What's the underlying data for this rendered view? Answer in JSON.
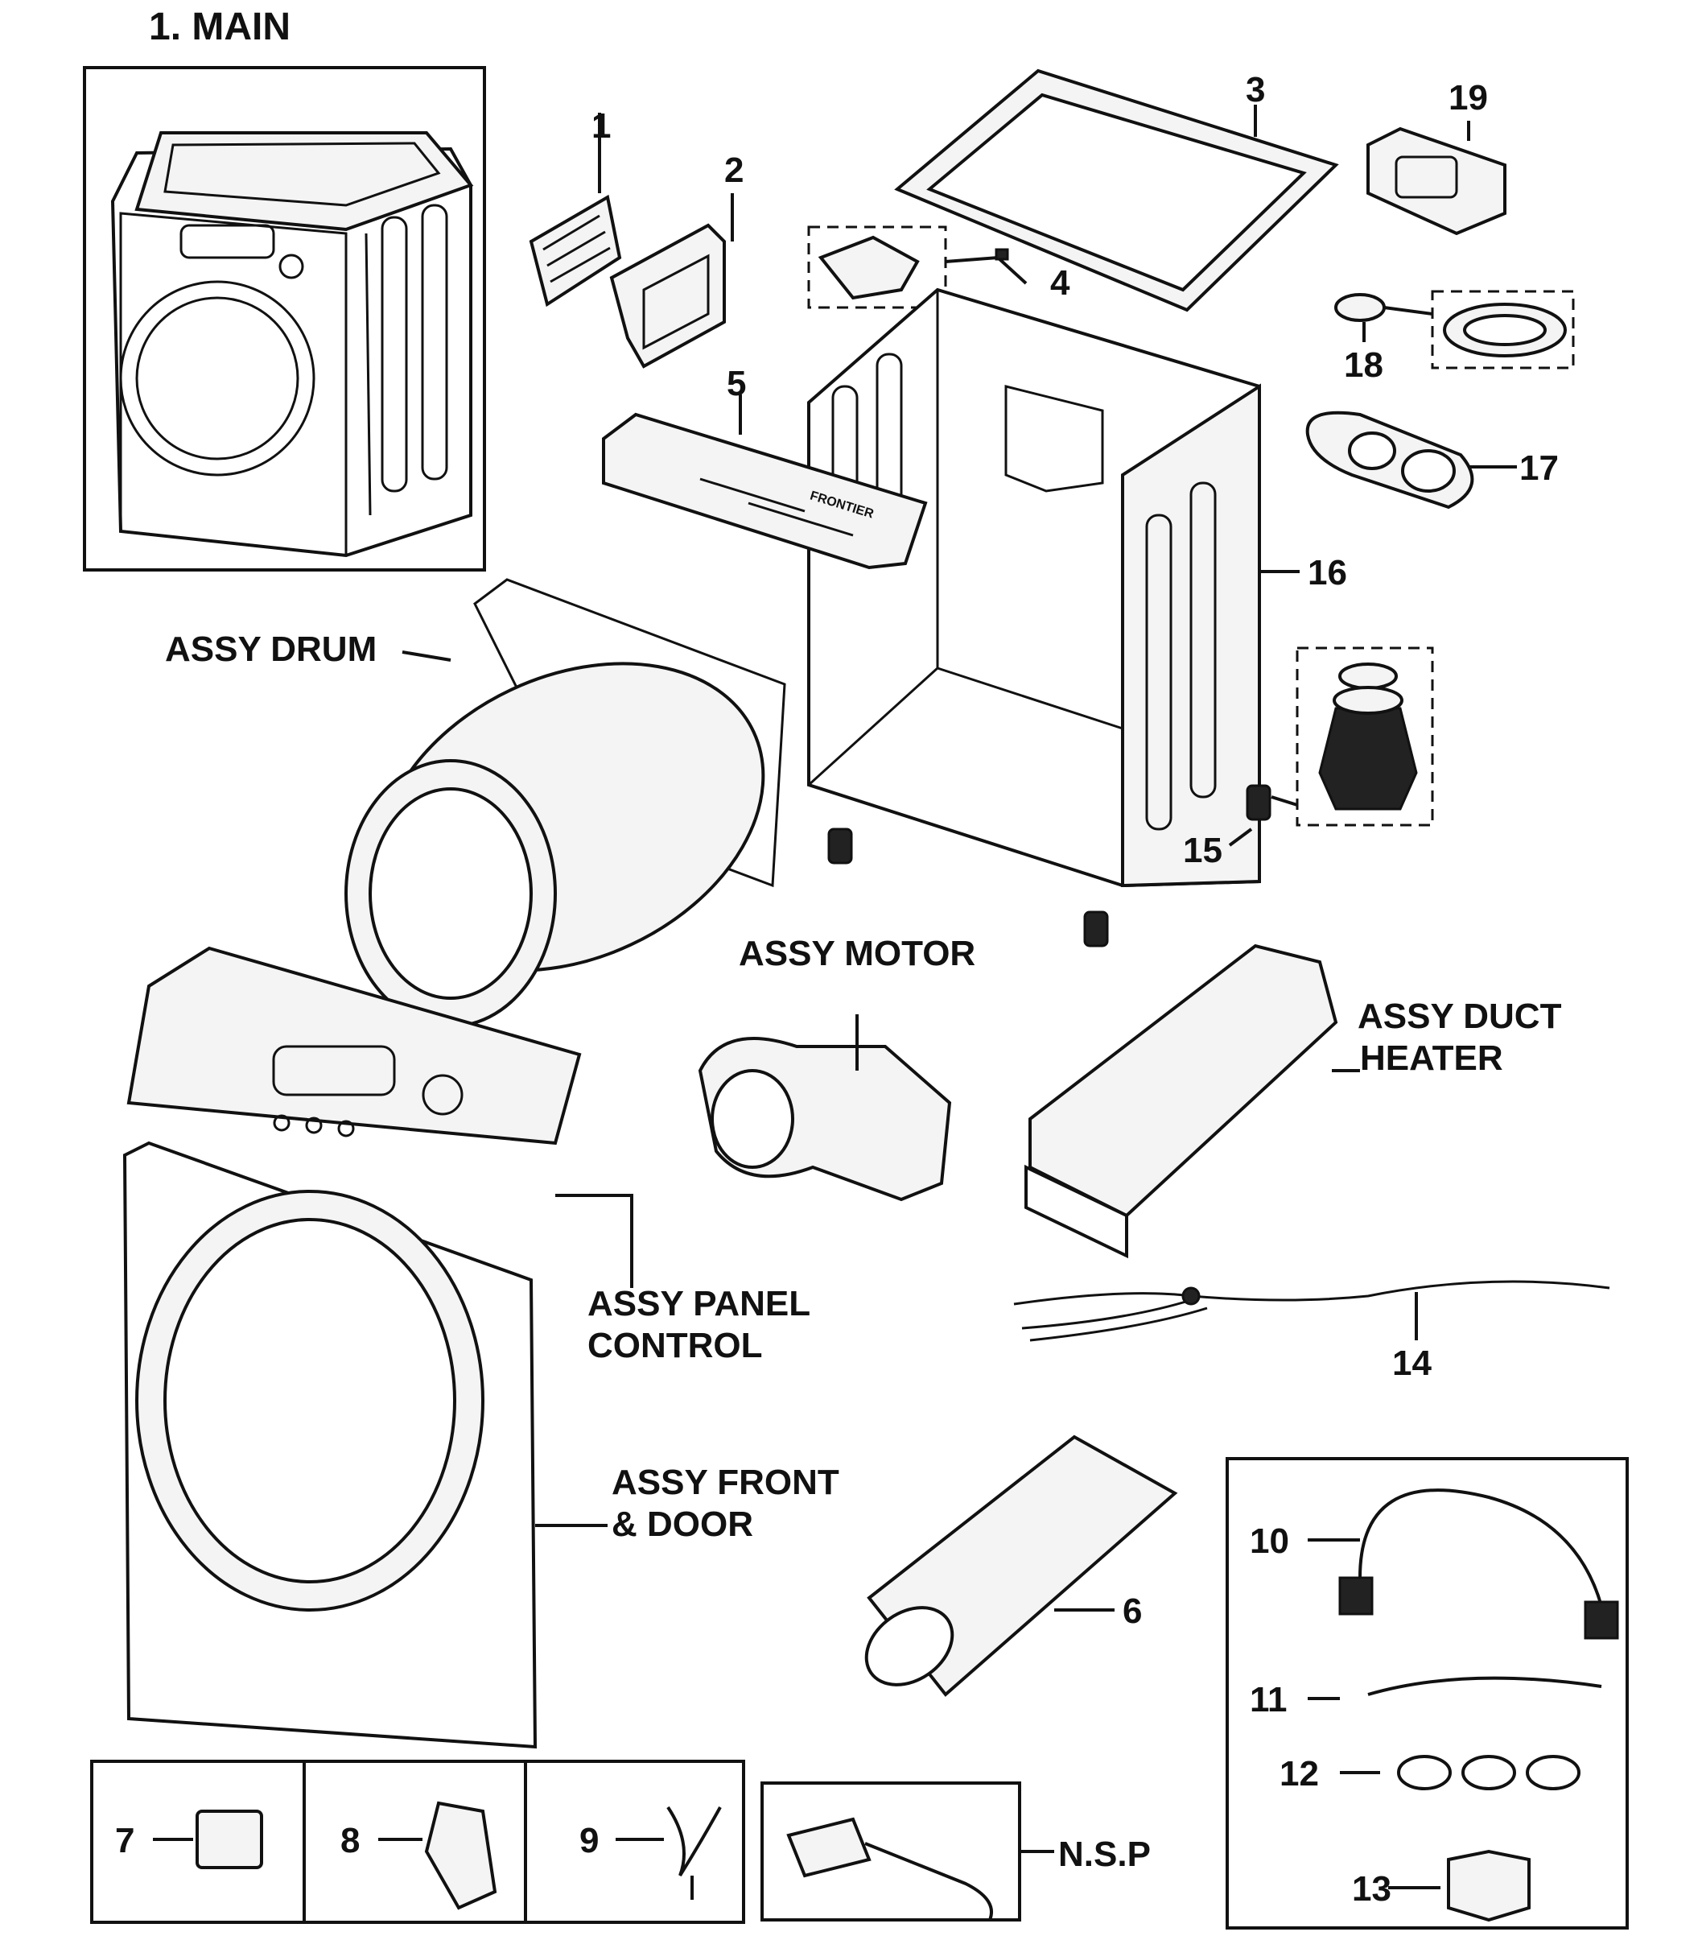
{
  "title": "1. MAIN",
  "callouts": {
    "c1": "1",
    "c2": "2",
    "c3": "3",
    "c4": "4",
    "c5": "5",
    "c6": "6",
    "c7": "7",
    "c8": "8",
    "c9": "9",
    "c10": "10",
    "c11": "11",
    "c12": "12",
    "c13": "13",
    "c14": "14",
    "c15": "15",
    "c16": "16",
    "c17": "17",
    "c18": "18",
    "c19": "19"
  },
  "assemblies": {
    "drum": "ASSY DRUM",
    "motor": "ASSY MOTOR",
    "duct_heater_1": "ASSY DUCT",
    "duct_heater_2": "HEATER",
    "panel_control_1": "ASSY PANEL",
    "panel_control_2": "CONTROL",
    "front_door_1": "ASSY FRONT",
    "front_door_2": "& DOOR",
    "nsp": "N.S.P"
  },
  "decor": {
    "panel_5_text": "FRONTIER"
  }
}
